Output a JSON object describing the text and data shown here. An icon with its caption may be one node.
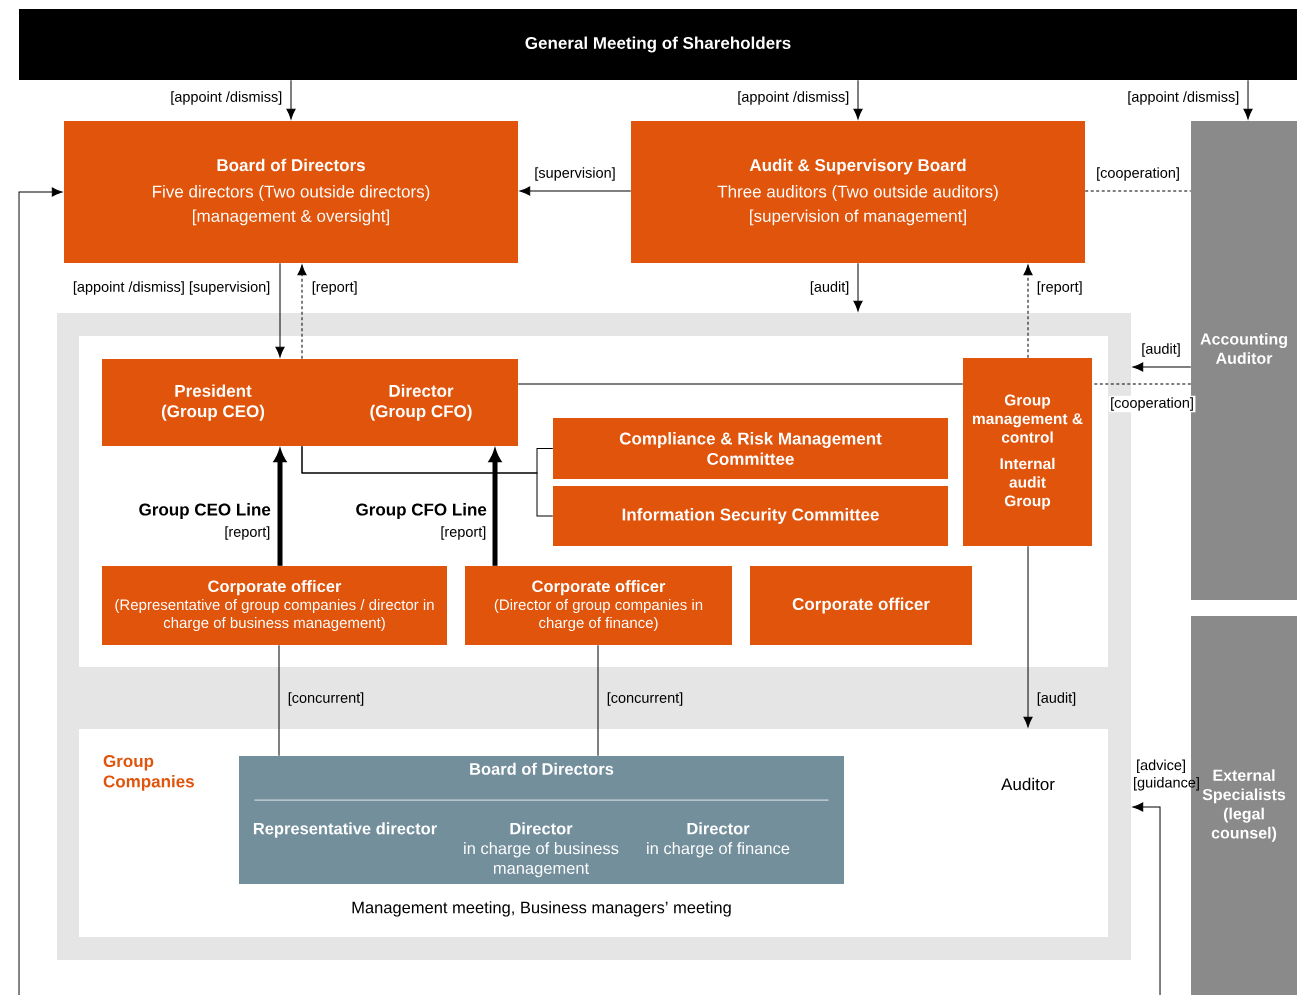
{
  "diagram": {
    "nodes": [
      {
        "text": [
          "General Meeting of Shareholders"
        ]
      },
      {
        "text": [
          "Board of Directors",
          "Five directors (Two outside directors)",
          "[management & oversight]"
        ]
      },
      {
        "text": [
          "Audit & Supervisory Board",
          "Three auditors (Two outside auditors)",
          "[supervision of management]"
        ]
      },
      {
        "text": [
          "Accounting Auditor"
        ]
      },
      {
        "text": [],
        "shape": "box"
      },
      {
        "text": [],
        "shape": "box",
        "in": 4
      },
      {
        "text": [
          "President (Group CEO)",
          "Director (Group CFO)"
        ],
        "in": 5
      },
      {
        "text": [
          "Compliance & Risk Management Committee"
        ],
        "in": 5
      },
      {
        "text": [
          "Information Security Committee"
        ],
        "in": 5
      },
      {
        "text": [
          "Group management & control",
          "Internal audit Group"
        ],
        "in": 5
      },
      {
        "text": [
          "Corporate officer",
          "(Representative of group companies / director in charge of business management)"
        ],
        "in": 5
      },
      {
        "text": [
          "Corporate officer",
          "(Director of group companies in charge of finance)"
        ],
        "in": 5
      },
      {
        "text": [
          "Corporate officer"
        ],
        "in": 5
      },
      {
        "text": [
          "Group Companies"
        ],
        "in": 4
      },
      {
        "text": [
          "Board of Directors",
          "Representative director",
          "Director",
          "in charge of business management",
          "Director",
          "in charge of finance"
        ],
        "beside": [
          "Management meeting, Business managers’ meeting"
        ],
        "in": 13
      },
      {
        "text": [
          "Auditor"
        ],
        "in": 13
      },
      {
        "text": [
          "External Specialists",
          "(legal counsel)"
        ]
      }
    ],
    "edges": [
      {
        "from": 0,
        "to": 1,
        "arrow": "to",
        "label": "[appoint /dismiss]"
      },
      {
        "from": 0,
        "to": 2,
        "arrow": "to",
        "label": "[appoint /dismiss]"
      },
      {
        "from": 0,
        "to": 3,
        "arrow": "to",
        "label": "[appoint /dismiss]"
      },
      {
        "from": 2,
        "to": 1,
        "arrow": "to",
        "label": "[supervision]"
      },
      {
        "from": 2,
        "to": 3,
        "arrow": "none",
        "label": "[cooperation]",
        "style": "dashed"
      },
      {
        "from": 1,
        "to": 6,
        "arrow": "to",
        "label": "[appoint /dismiss] [supervision]"
      },
      {
        "from": 6,
        "to": 1,
        "arrow": "to",
        "label": "[report]",
        "style": "dashed"
      },
      {
        "from": 2,
        "to": 4,
        "arrow": "to",
        "label": "[audit]"
      },
      {
        "from": 9,
        "to": 2,
        "arrow": "to",
        "label": "[report]",
        "style": "dashed"
      },
      {
        "from": 3,
        "to": 4,
        "arrow": "to",
        "label": "[audit]"
      },
      {
        "from": 3,
        "to": 9,
        "arrow": "none",
        "label": "[cooperation]",
        "style": "dashed"
      },
      {
        "from": 6,
        "to": 9,
        "arrow": "none"
      },
      {
        "from": 6,
        "to": 7,
        "arrow": "none"
      },
      {
        "from": 6,
        "to": 8,
        "arrow": "none"
      },
      {
        "from": 10,
        "to": 6,
        "arrow": "to",
        "label": "[report]",
        "style": "thick"
      },
      {
        "from": 11,
        "to": 6,
        "arrow": "to",
        "label": "[report]",
        "style": "thick"
      },
      {
        "from": 10,
        "to": 14,
        "arrow": "none",
        "label": "[concurrent]"
      },
      {
        "from": 11,
        "to": 14,
        "arrow": "none",
        "label": "[concurrent]"
      },
      {
        "from": 9,
        "to": 15,
        "arrow": "to",
        "label": "[audit]"
      },
      {
        "from": null,
        "to": 4,
        "arrow": "to",
        "label": "[advice] [guidance]"
      },
      {
        "from": null,
        "to": 1,
        "arrow": "to"
      }
    ],
    "labels": [
      "Group CEO Line",
      "Group CFO Line"
    ]
  }
}
